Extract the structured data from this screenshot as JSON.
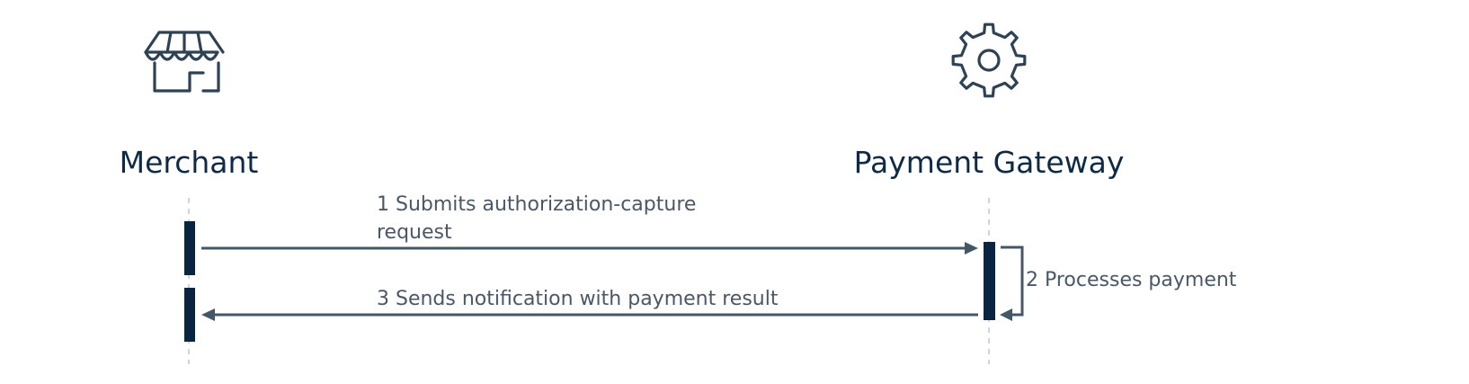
{
  "participants": {
    "merchant": {
      "label": "Merchant",
      "icon": "storefront-icon"
    },
    "gateway": {
      "label": "Payment Gateway",
      "icon": "gear-icon"
    }
  },
  "messages": [
    {
      "number": "1",
      "text_line1": "1 Submits authorization-capture",
      "text_line2": "request",
      "from": "Merchant",
      "to": "Payment Gateway"
    },
    {
      "number": "2",
      "text": "2 Processes payment",
      "from": "Payment Gateway",
      "to": "Payment Gateway"
    },
    {
      "number": "3",
      "text": "3 Sends notification with payment result",
      "from": "Payment Gateway",
      "to": "Merchant"
    }
  ],
  "colors": {
    "actor_text": "#0f2a44",
    "message_text": "#4a5866",
    "activation_bar": "#0a2540",
    "arrow": "#445766",
    "icon": "#2f4254"
  }
}
